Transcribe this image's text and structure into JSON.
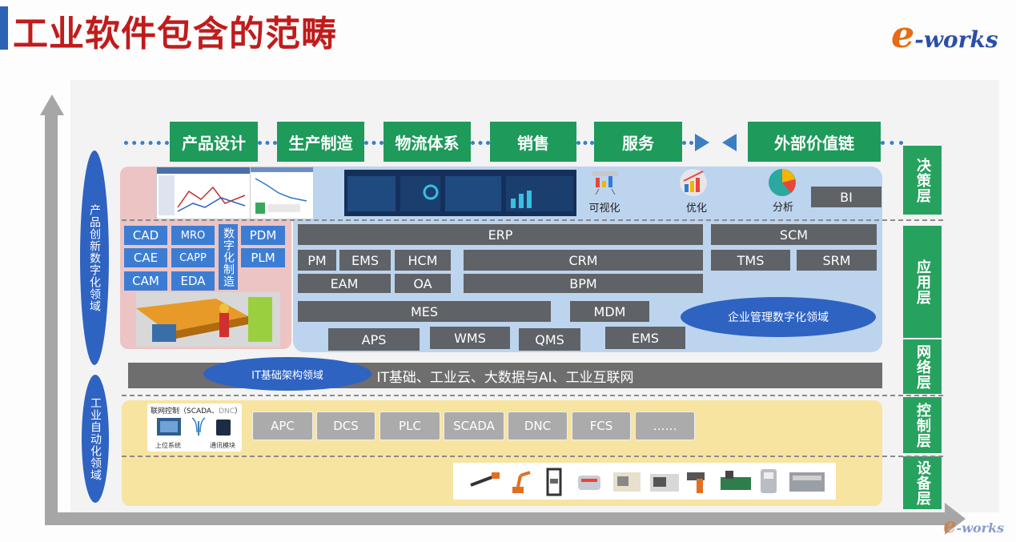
{
  "title": "工业软件包含的范畴",
  "logo": {
    "e": "e",
    "rest": "-works"
  },
  "ovals": {
    "top": "产品创新数字化领域",
    "bottom": "工业自动化领域"
  },
  "value_chain": [
    "产品设计",
    "生产制造",
    "物流体系",
    "销售",
    "服务",
    "外部价值链"
  ],
  "layers": [
    "决策层",
    "应用层",
    "网络层",
    "控制层",
    "设备层"
  ],
  "decision": {
    "vis": "可视化",
    "opt": "优化",
    "analysis": "分析",
    "bi": "BI"
  },
  "pink": {
    "boxes": [
      "CAD",
      "MRO",
      "CAE",
      "CAPP",
      "CAM",
      "EDA",
      "PDM",
      "PLM"
    ],
    "vertical": "数字化制造"
  },
  "app": {
    "erp": "ERP",
    "scm": "SCM",
    "pm": "PM",
    "ems1": "EMS",
    "hcm": "HCM",
    "crm": "CRM",
    "tms": "TMS",
    "srm": "SRM",
    "eam": "EAM",
    "oa": "OA",
    "bpm": "BPM",
    "mes": "MES",
    "mdm": "MDM",
    "aps": "APS",
    "wms": "WMS",
    "qms": "QMS",
    "ems2": "EMS",
    "ent_oval": "企业管理数字化领域"
  },
  "network": {
    "oval": "IT基础架构领域",
    "bar": "IT基础、工业云、大数据与AI、工业互联网"
  },
  "control": {
    "scada_title": "联网控制（SCADA、",
    "scada_dnc": "DNC",
    "scada_close": "）",
    "host": "上位系统",
    "module": "通讯模块",
    "boxes": [
      "APC",
      "DCS",
      "PLC",
      "SCADA",
      "DNC",
      "FCS",
      "……"
    ]
  }
}
